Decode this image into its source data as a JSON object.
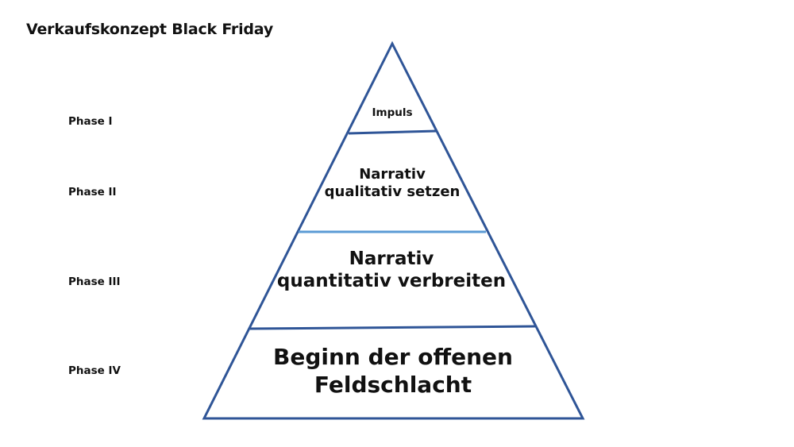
{
  "title": "Verkaufskonzept Black Friday",
  "phases": [
    {
      "label": "Phase I"
    },
    {
      "label": "Phase II"
    },
    {
      "label": "Phase III"
    },
    {
      "label": "Phase IV"
    }
  ],
  "pyramid": {
    "levels": [
      {
        "line1": "Impuls",
        "line2": ""
      },
      {
        "line1": "Narrativ",
        "line2": "qualitativ setzen"
      },
      {
        "line1": "Narrativ",
        "line2": "quantitativ verbreiten"
      },
      {
        "line1": "Beginn der offenen",
        "line2": "Feldschlacht"
      }
    ],
    "colors": {
      "outline": "#2F5597",
      "divider_light": "#5B9BD5"
    }
  }
}
